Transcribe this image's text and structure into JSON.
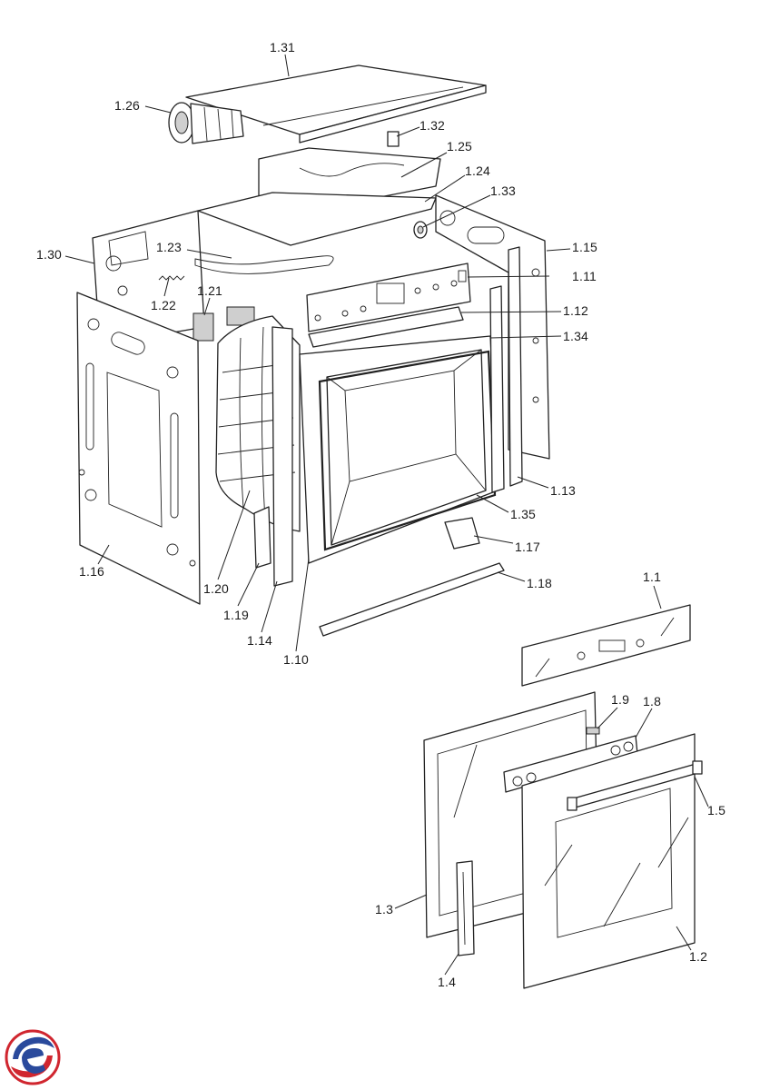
{
  "labels": {
    "l_1_31": "1.31",
    "l_1_26": "1.26",
    "l_1_32": "1.32",
    "l_1_25": "1.25",
    "l_1_24": "1.24",
    "l_1_33": "1.33",
    "l_1_30": "1.30",
    "l_1_23": "1.23",
    "l_1_15": "1.15",
    "l_1_11": "1.11",
    "l_1_22": "1.22",
    "l_1_21": "1.21",
    "l_1_12": "1.12",
    "l_1_34": "1.34",
    "l_1_13": "1.13",
    "l_1_35": "1.35",
    "l_1_17": "1.17",
    "l_1_16": "1.16",
    "l_1_18": "1.18",
    "l_1_20": "1.20",
    "l_1_19": "1.19",
    "l_1_14": "1.14",
    "l_1_10": "1.10",
    "l_1_1": "1.1",
    "l_1_9": "1.9",
    "l_1_8": "1.8",
    "l_1_5": "1.5",
    "l_1_3": "1.3",
    "l_1_2": "1.2",
    "l_1_4": "1.4"
  },
  "colors": {
    "line": "#222222",
    "logo_red": "#d0262f",
    "logo_blue": "#2a4a9c"
  },
  "icons": {
    "logo": "brand-logo-icon"
  }
}
